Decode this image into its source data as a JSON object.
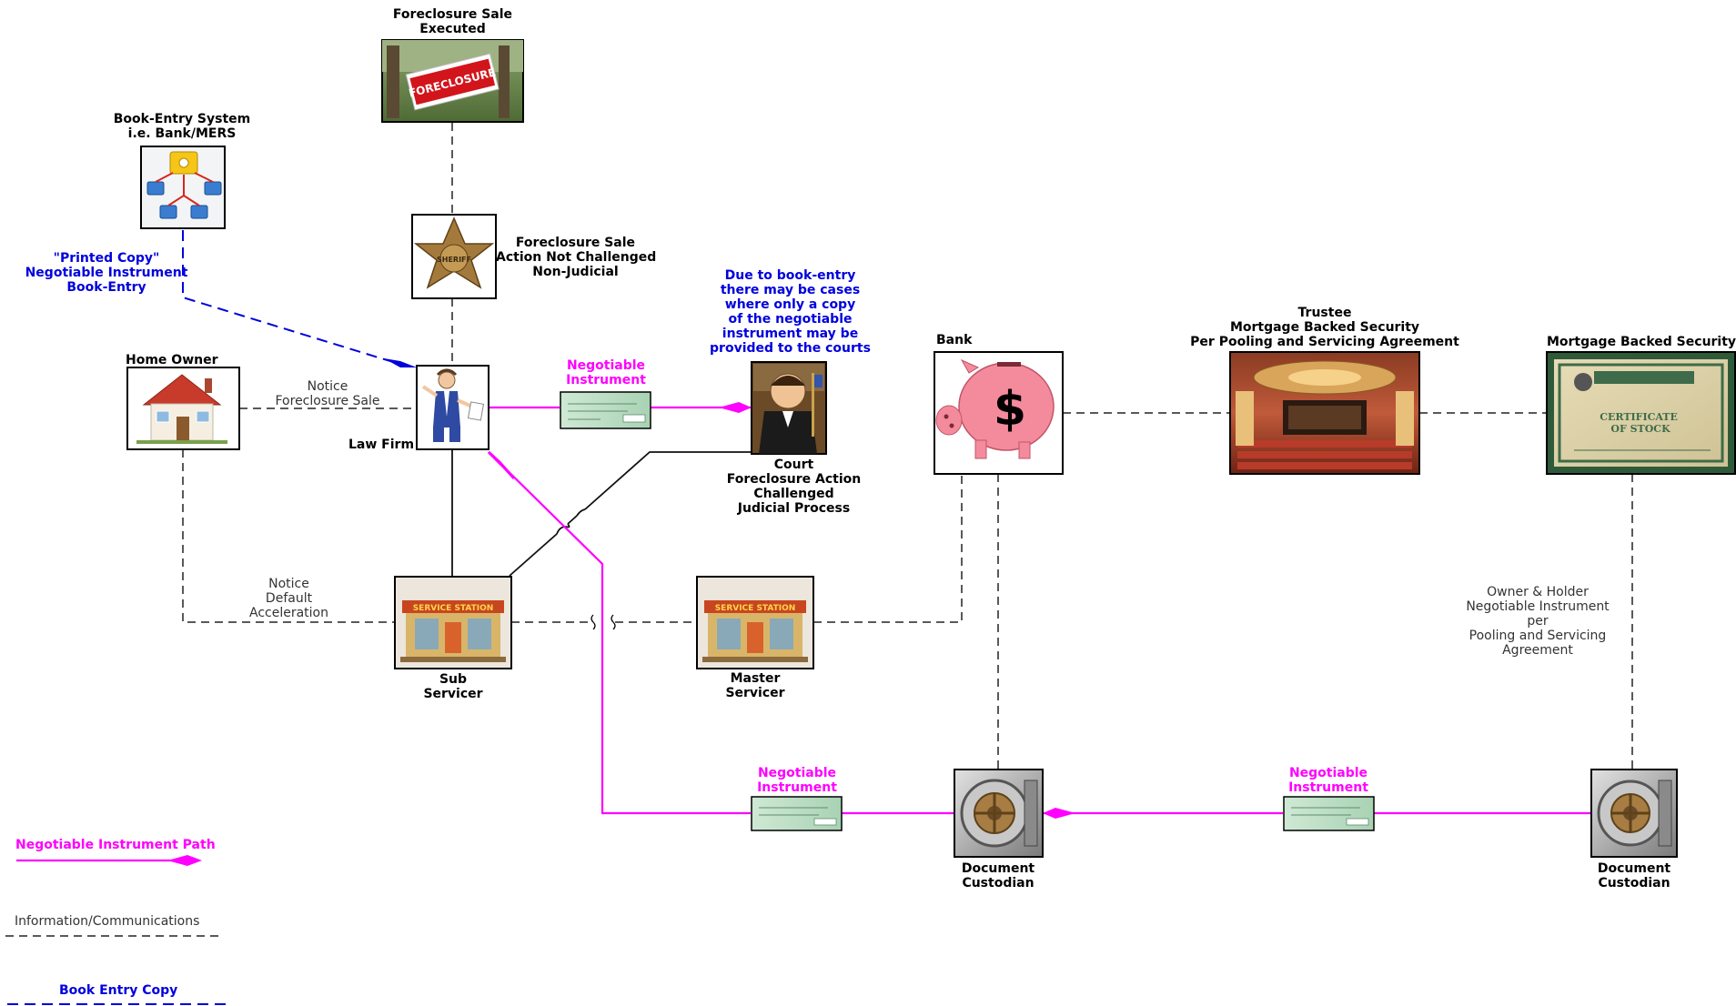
{
  "nodes": {
    "foreclosure_sale": {
      "title": "Foreclosure Sale\nExecuted",
      "sign_text": "FORECLOSURE",
      "icon": "foreclosure-sign-icon"
    },
    "book_entry_system": {
      "title": "Book-Entry System\ni.e. Bank/MERS",
      "icon": "network-computers-icon"
    },
    "sheriff": {
      "label": "Foreclosure Sale\nAction Not Challenged\nNon-Judicial",
      "badge_text": "SHERIFF",
      "icon": "sheriff-badge-icon"
    },
    "home_owner": {
      "label": "Home Owner",
      "icon": "house-icon"
    },
    "law_firm": {
      "label": "Law Firm",
      "icon": "lawyer-icon"
    },
    "court": {
      "label": "Court\nForeclosure Action\nChallenged\nJudicial Process",
      "icon": "judge-icon"
    },
    "sub_servicer": {
      "label": "Sub\nServicer",
      "sign_text": "SERVICE STATION",
      "icon": "service-station-icon"
    },
    "master_servicer": {
      "label": "Master\nServicer",
      "sign_text": "SERVICE STATION",
      "icon": "service-station-icon"
    },
    "bank": {
      "label": "Bank",
      "icon": "piggy-bank-icon"
    },
    "trustee": {
      "label": "Trustee\nMortgage Backed Security\nPer Pooling and Servicing Agreement",
      "icon": "auditorium-icon"
    },
    "mbs": {
      "label": "Mortgage Backed Security",
      "cert_text": "CERTIFICATE\nOF STOCK",
      "icon": "stock-certificate-icon"
    },
    "doc_custodian_1": {
      "label": "Document\nCustodian",
      "icon": "vault-icon"
    },
    "doc_custodian_2": {
      "label": "Document\nCustodian",
      "icon": "vault-icon"
    }
  },
  "annotations": {
    "printed_copy": "\"Printed Copy\"\nNegotiable Instrument\nBook-Entry",
    "notice_foreclosure": "Notice\nForeclosure Sale",
    "negotiable_instrument_1": "Negotiable\nInstrument",
    "book_entry_note": "Due to book-entry\nthere may be cases\nwhere only a copy\nof the negotiable\ninstrument may be\nprovided to the courts",
    "notice_default": "Notice\nDefault\nAcceleration",
    "negotiable_instrument_2": "Negotiable\nInstrument",
    "negotiable_instrument_3": "Negotiable\nInstrument",
    "owner_holder": "Owner & Holder\nNegotiable Instrument\nper\nPooling and Servicing\nAgreement"
  },
  "legend": {
    "negotiable_path": "Negotiable Instrument Path",
    "information": "Information/Communications",
    "book_entry_copy": "Book Entry Copy"
  },
  "colors": {
    "negotiable_path": "#ff00ff",
    "information": "#000000",
    "book_entry": "#0000dd"
  }
}
